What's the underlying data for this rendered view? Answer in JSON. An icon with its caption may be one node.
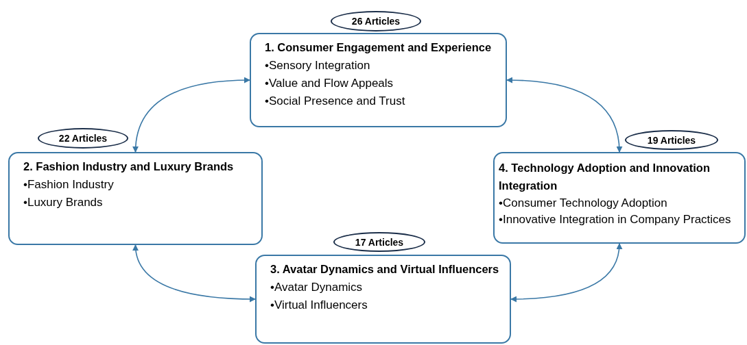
{
  "diagram": {
    "nodes": [
      {
        "text": [
          "26 Articles"
        ]
      },
      {
        "text": [
          "1. Consumer Engagement and Experience",
          "•Sensory Integration",
          "•Value and Flow Appeals",
          "•Social Presence and Trust"
        ]
      },
      {
        "text": [
          "22 Articles"
        ]
      },
      {
        "text": [
          "19 Articles"
        ]
      },
      {
        "text": [
          "2. Fashion Industry and Luxury Brands",
          "•Fashion Industry",
          "•Luxury Brands"
        ]
      },
      {
        "text": [
          "4. Technology Adoption and Innovation Integration",
          "•Consumer Technology Adoption",
          "•Innovative Integration in Company Practices"
        ]
      },
      {
        "text": [
          "17 Articles"
        ]
      },
      {
        "text": [
          "3. Avatar Dynamics and Virtual Influencers",
          "•Avatar Dynamics",
          "•Virtual Influencers"
        ]
      }
    ],
    "edges": [
      {
        "from": 1,
        "to": 4,
        "arrow": "both"
      },
      {
        "from": 1,
        "to": 5,
        "arrow": "both"
      },
      {
        "from": 4,
        "to": 7,
        "arrow": "both"
      },
      {
        "from": 7,
        "to": 5,
        "arrow": "both"
      }
    ]
  }
}
